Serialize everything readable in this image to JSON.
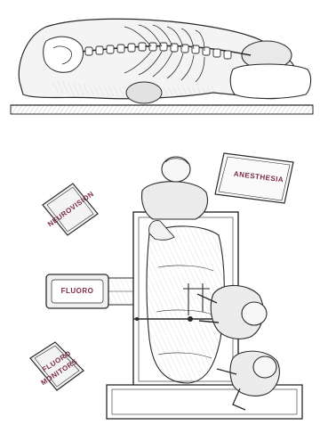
{
  "labels": {
    "anesthesia": "ANESTHESIA",
    "neurovision": "NEUROVISION",
    "fluoro": "FLUORO",
    "fluoro_monitors_line1": "FLUORO",
    "fluoro_monitors_line2": "MONITORS"
  },
  "colors": {
    "ink": "#2a2a2a",
    "label_text": "#7b2a44",
    "paper": "#ffffff",
    "shade": "#d8d8d8"
  }
}
